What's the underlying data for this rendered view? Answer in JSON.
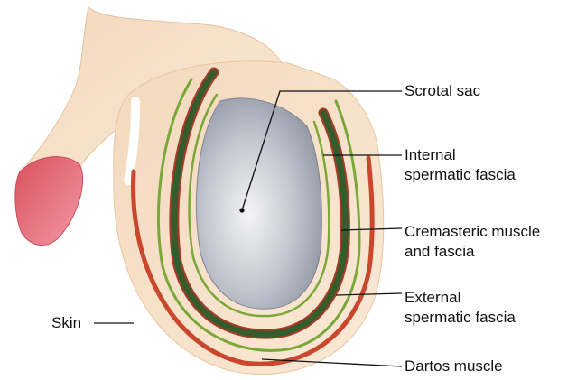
{
  "diagram": {
    "labels": {
      "scrotal_sac": "Scrotal sac",
      "internal_fascia_line1": "Internal",
      "internal_fascia_line2": "spermatic fascia",
      "cremasteric_line1": "Cremasteric muscle",
      "cremasteric_line2": "and fascia",
      "external_fascia_line1": "External",
      "external_fascia_line2": "spermatic fascia",
      "skin": "Skin",
      "dartos": "Dartos muscle"
    },
    "colors": {
      "skin": "#f6e2c9",
      "skin_shadow": "#e9c8a4",
      "glans": "#e8707e",
      "dartos": "#c9472c",
      "green_fascia": "#7aa838",
      "cremasteric": "#355c2a",
      "cremasteric_red": "#a93a2a",
      "scrotal_sac": "#a9adb8",
      "leader_line": "#111111"
    }
  }
}
